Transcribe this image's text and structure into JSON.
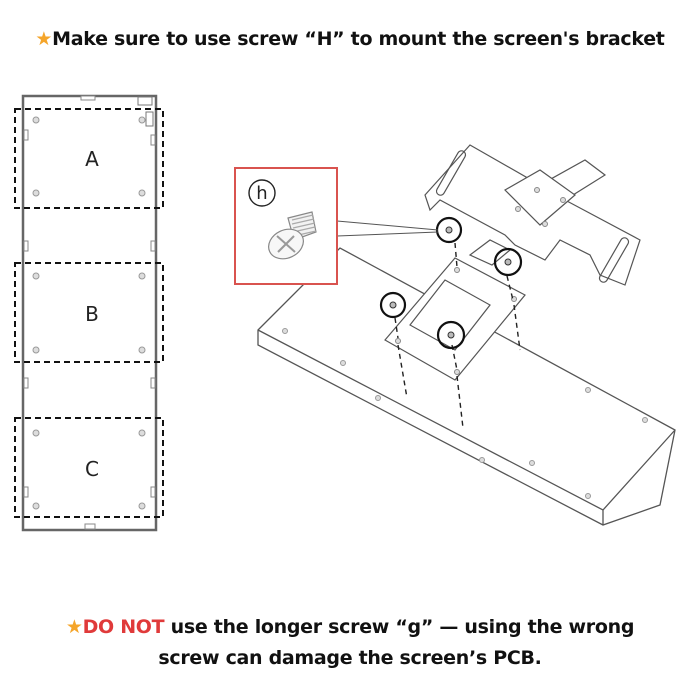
{
  "top_caption": {
    "icon": "star-icon",
    "text": "Make sure to use screw “H” to mount the screen's bracket"
  },
  "bottom_caption": {
    "icon": "star-icon",
    "warning": "DO NOT",
    "line1": " use the longer screw “g” — using the wrong",
    "line2": "screw can damage the screen’s PCB."
  },
  "panel_diagram": {
    "zones": [
      "A",
      "B",
      "C"
    ]
  },
  "screw_callout": {
    "label": "h"
  },
  "colors": {
    "star": "#f5a52a",
    "warning": "#e03a3a",
    "callout_border": "#d9534f",
    "line": "#555555"
  }
}
